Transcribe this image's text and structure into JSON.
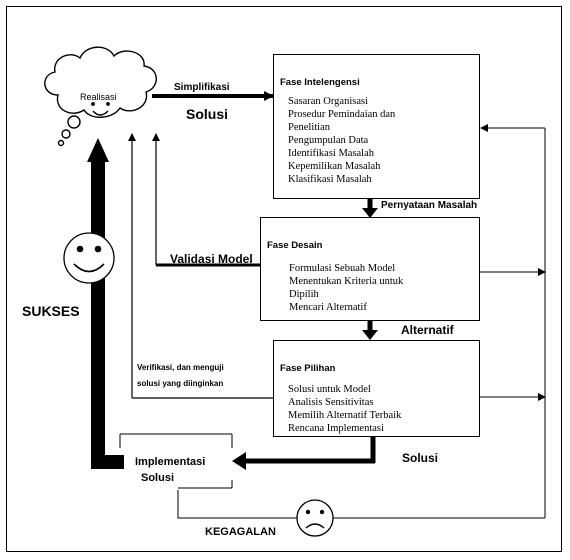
{
  "cloud": {
    "label": "Realisasi"
  },
  "phases": [
    {
      "title": "Fase Intelengensi",
      "items": [
        "Sasaran Organisasi",
        "Prosedur Pemindaian dan",
        "Penelitian",
        "Pengumpulan Data",
        "Identifikasi Masalah",
        "Kepemilikan Masalah",
        "Klasifikasi Masalah"
      ]
    },
    {
      "title": "Fase Desain",
      "items": [
        "Formulasi Sebuah Model",
        "Menentukan Kriteria untuk",
        "Dipilih",
        "Mencari Alternatif"
      ]
    },
    {
      "title": "Fase Pilihan",
      "items": [
        "Solusi untuk Model",
        "Analisis Sensitivitas",
        "Memilih Alternatif Terbaik",
        "Rencana Implementasi"
      ]
    }
  ],
  "labels": {
    "simplifikasi": "Simplifikasi",
    "solusi_top": "Solusi",
    "pernyataan": "Pernyataan Masalah",
    "validasi": "Validasi Model",
    "alternatif": "Alternatif",
    "verifikasi_line1": "Verifikasi, dan menguji",
    "verifikasi_line2": "solusi yang diinginkan",
    "solusi_bottom": "Solusi",
    "sukses": "SUKSES",
    "kegagalan": "KEGAGALAN",
    "impl_line1": "Implementasi",
    "impl_line2": "Solusi"
  },
  "icons": [
    "thought-cloud-icon",
    "happy-face-icon",
    "sad-face-icon"
  ]
}
